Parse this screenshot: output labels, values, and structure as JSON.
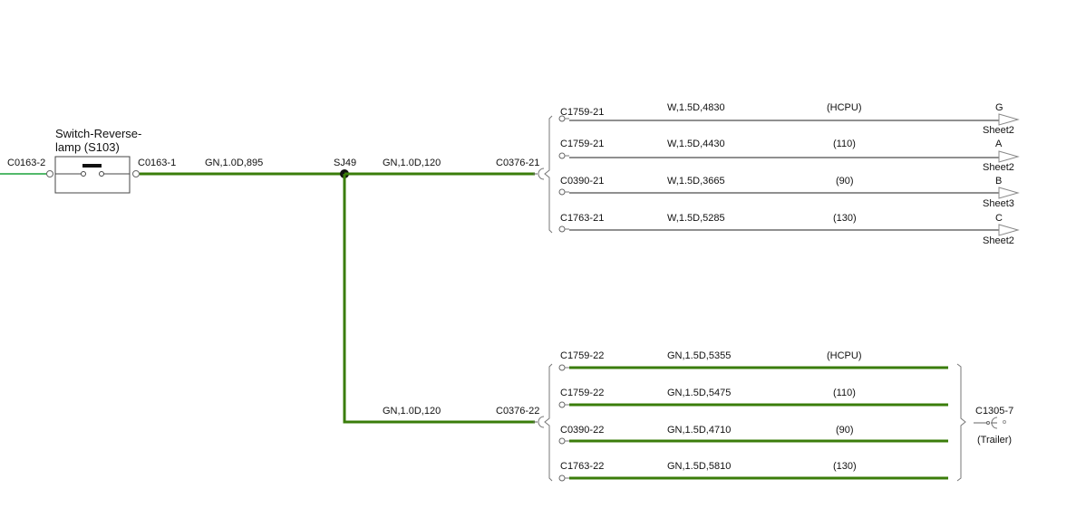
{
  "colors": {
    "green_wire": "#3a7d0a",
    "light_green_wire": "#52b96b",
    "black_wire": "#222222"
  },
  "switch": {
    "name_line1": "Switch-Reverse-",
    "name_line2": "lamp (S103)",
    "left_connector": "C0163-2",
    "right_connector": "C0163-1",
    "icon": "switch-contact-icon"
  },
  "main_wire": {
    "label": "GN,1.0D,895"
  },
  "splice": {
    "label": "SJ49"
  },
  "upper_branch": {
    "wire_label": "GN,1.0D,120",
    "connector": "C0376-21",
    "rows": [
      {
        "connector": "C1759-21",
        "wire": "W,1.5D,4830",
        "variant": "(HCPU)",
        "ref_letter": "G",
        "sheet": "Sheet2"
      },
      {
        "connector": "C1759-21",
        "wire": "W,1.5D,4430",
        "variant": "(110)",
        "ref_letter": "A",
        "sheet": "Sheet2"
      },
      {
        "connector": "C0390-21",
        "wire": "W,1.5D,3665",
        "variant": "(90)",
        "ref_letter": "B",
        "sheet": "Sheet3"
      },
      {
        "connector": "C1763-21",
        "wire": "W,1.5D,5285",
        "variant": "(130)",
        "ref_letter": "C",
        "sheet": "Sheet2"
      }
    ]
  },
  "lower_branch": {
    "wire_label": "GN,1.0D,120",
    "connector": "C0376-22",
    "rows": [
      {
        "connector": "C1759-22",
        "wire": "GN,1.5D,5355",
        "variant": "(HCPU)"
      },
      {
        "connector": "C1759-22",
        "wire": "GN,1.5D,5475",
        "variant": "(110)"
      },
      {
        "connector": "C0390-22",
        "wire": "GN,1.5D,4710",
        "variant": "(90)"
      },
      {
        "connector": "C1763-22",
        "wire": "GN,1.5D,5810",
        "variant": "(130)"
      }
    ],
    "destination": {
      "connector": "C1305-7",
      "name": "(Trailer)"
    }
  }
}
